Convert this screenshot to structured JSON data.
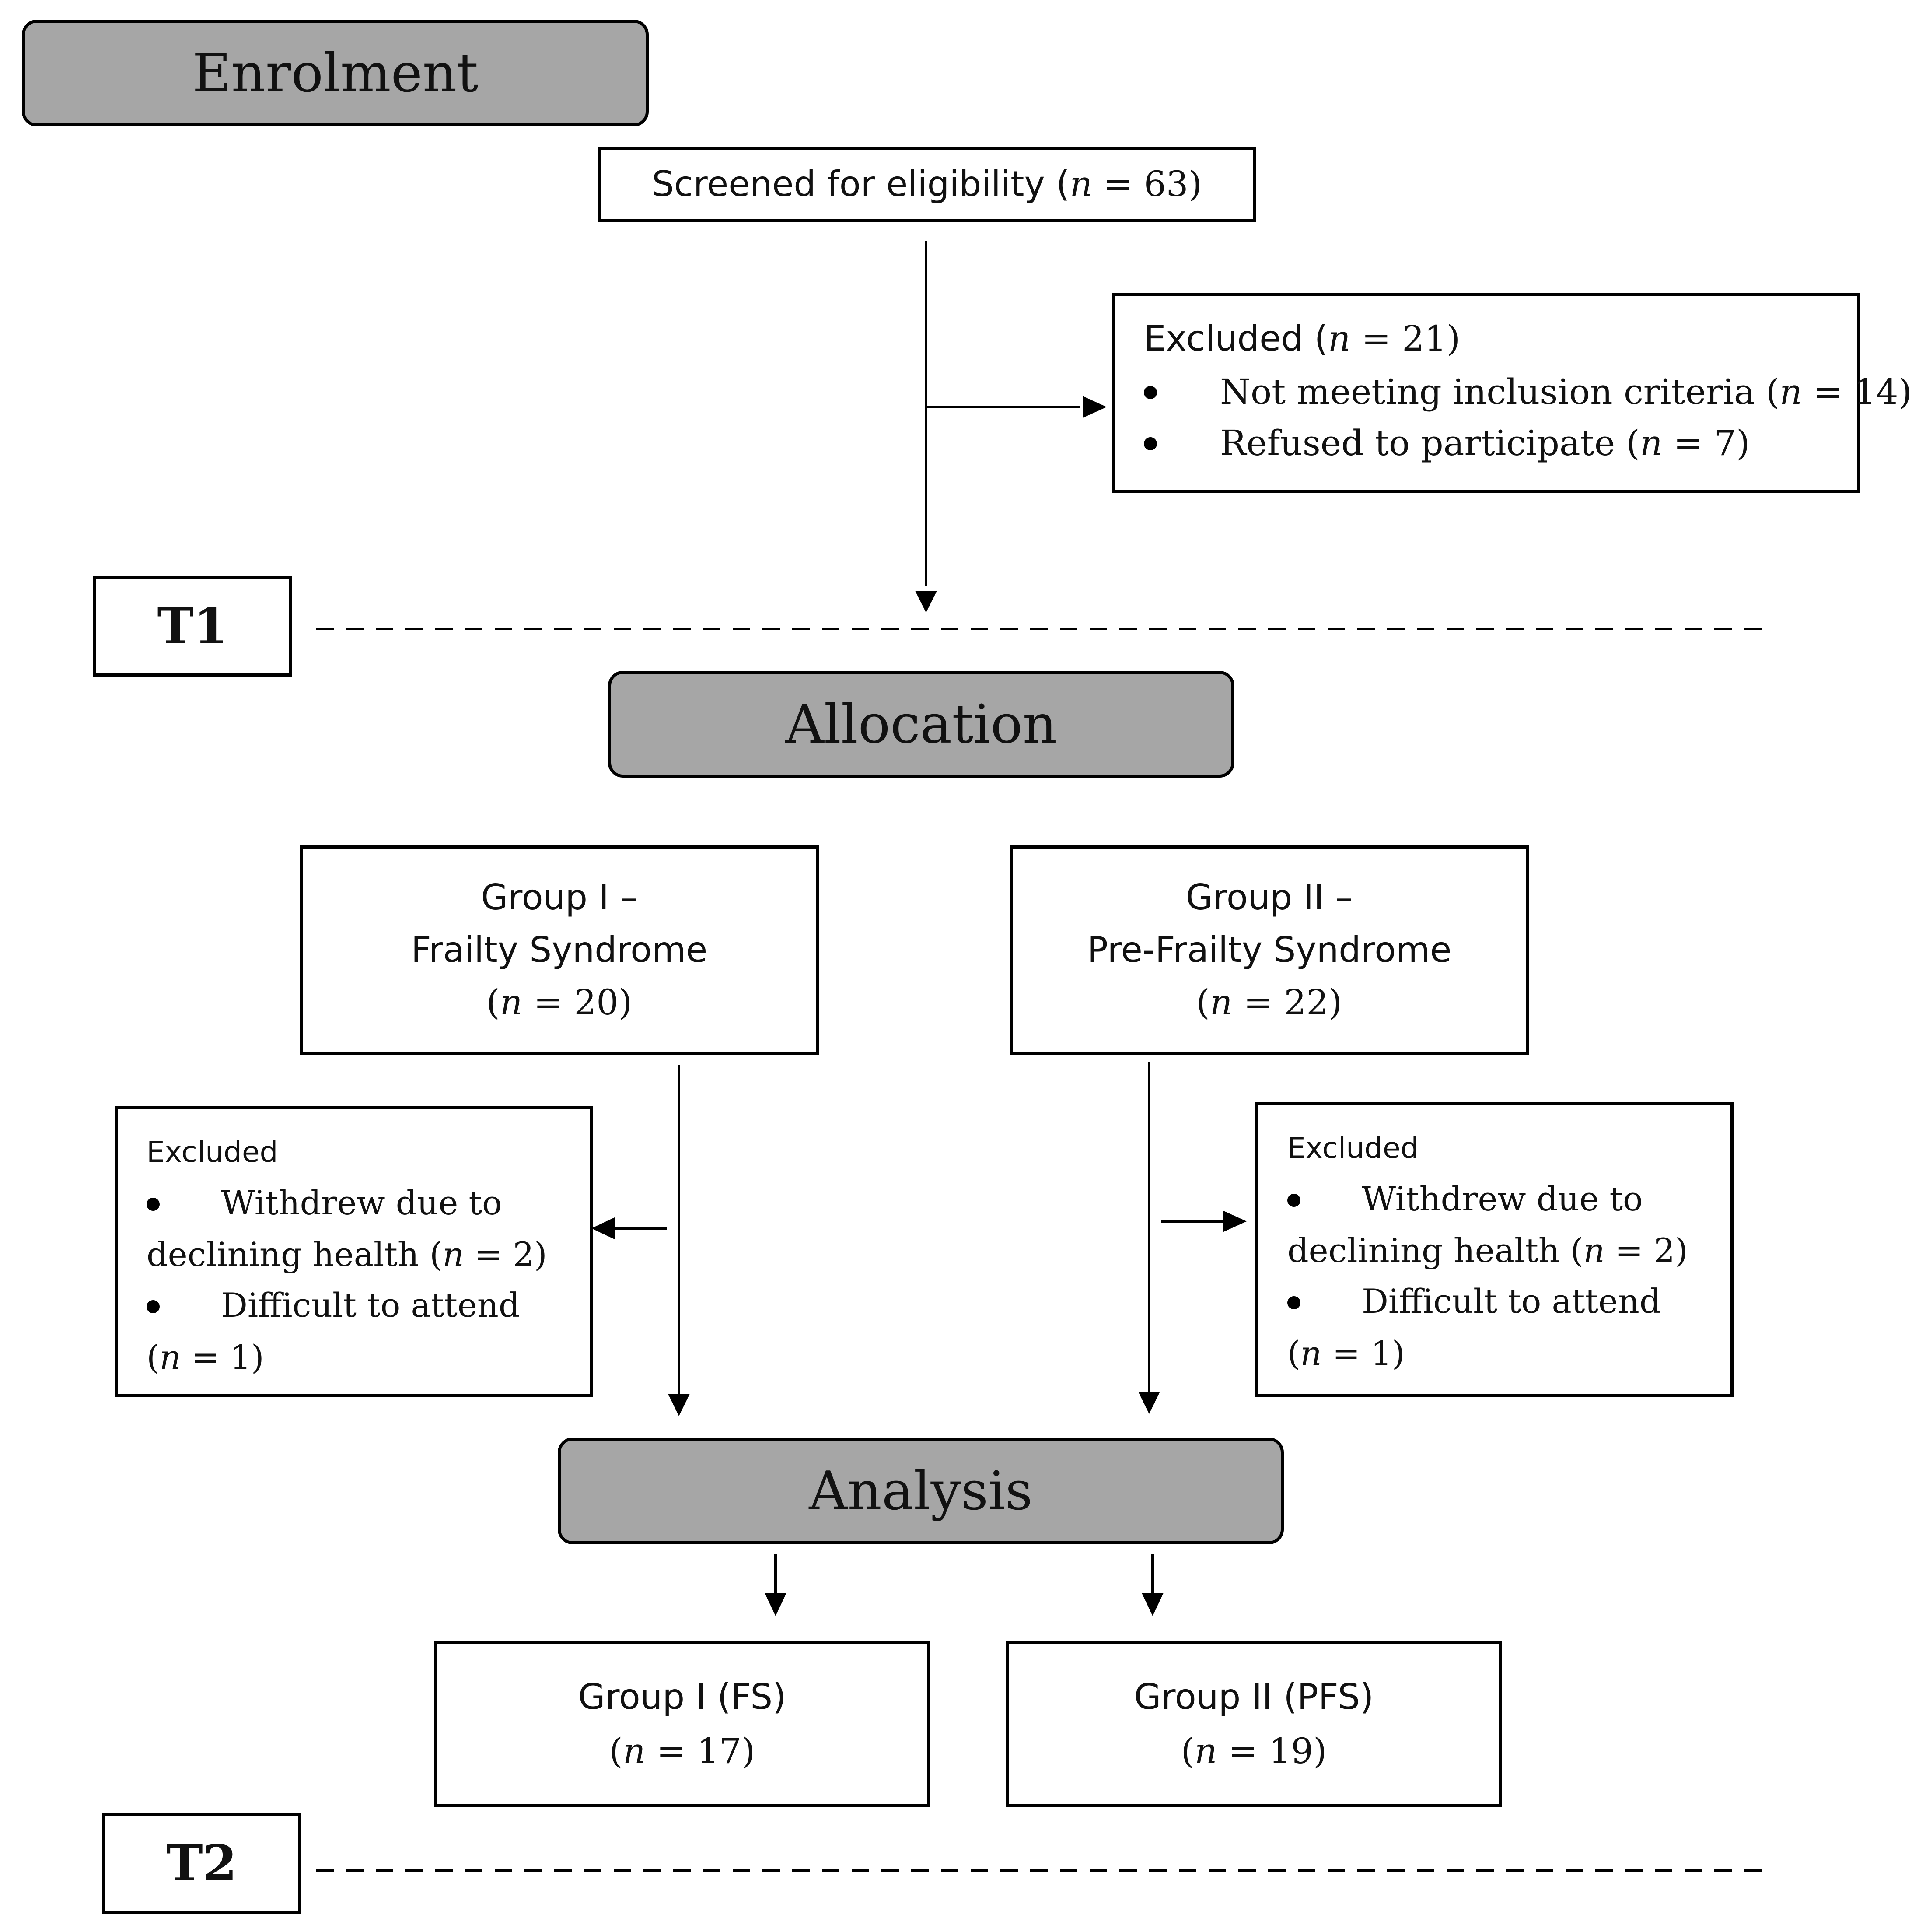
{
  "phases": {
    "enrolment": "Enrolment",
    "allocation": "Allocation",
    "analysis": "Analysis"
  },
  "timepoints": {
    "t1": "T1",
    "t2": "T2"
  },
  "screened": {
    "label": "Screened for eligibility (",
    "n_symbol": "n",
    "n_value": " = 63)"
  },
  "excluded_main": {
    "label": "Excluded (",
    "n_symbol": "n",
    "n_value": " = 21)",
    "items": [
      {
        "text": "Not meeting inclusion criteria (",
        "n_symbol": "n",
        "n_value": " = 14)"
      },
      {
        "text": "Refused to participate (",
        "n_symbol": "n",
        "n_value": " = 7)"
      }
    ]
  },
  "group1": {
    "line1": "Group I –",
    "line2": "Frailty Syndrome",
    "n_open": "(",
    "n_symbol": "n",
    "n_value": " = 20)"
  },
  "group2": {
    "line1": "Group II –",
    "line2": "Pre-Frailty Syndrome",
    "n_open": "(",
    "n_symbol": "n",
    "n_value": " = 22)"
  },
  "excluded_left": {
    "title": "Excluded",
    "item1_line1": "Withdrew due to",
    "item1_line2": "declining health (",
    "item1_n_symbol": "n",
    "item1_n_value": " = 2)",
    "item2_line1": "Difficult to attend",
    "item2_open": "(",
    "item2_n_symbol": "n",
    "item2_n_value": " = 1)"
  },
  "excluded_right": {
    "title": "Excluded",
    "item1_line1": "Withdrew due to",
    "item1_line2": "declining health (",
    "item1_n_symbol": "n",
    "item1_n_value": " = 2)",
    "item2_line1": "Difficult to attend",
    "item2_open": "(",
    "item2_n_symbol": "n",
    "item2_n_value": " = 1)"
  },
  "final_group1": {
    "line1": "Group I (FS)",
    "n_open": "(",
    "n_symbol": "n",
    "n_value": " = 17)"
  },
  "final_group2": {
    "line1": "Group II (PFS)",
    "n_open": "(",
    "n_symbol": "n",
    "n_value": " = 19)"
  }
}
